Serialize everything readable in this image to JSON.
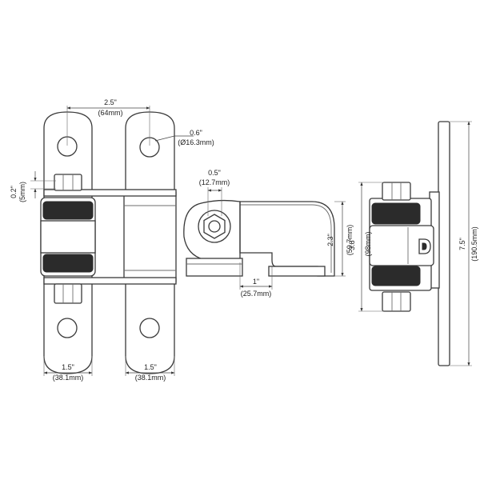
{
  "dimensions": {
    "plate_spacing": {
      "inch": "2.5\"",
      "metric": "(64mm)"
    },
    "hole_diameter": {
      "inch": "0.6\"",
      "metric": "(Ø16.3mm)"
    },
    "nut_offset": {
      "inch": "0.2\"",
      "metric": "(5mm)"
    },
    "left_plate_width": {
      "inch": "1.5\"",
      "metric": "(38.1mm)"
    },
    "right_plate_width": {
      "inch": "1.5\"",
      "metric": "(38.1mm)"
    },
    "bolt_size": {
      "inch": "0.5\"",
      "metric": "(12.7mm)"
    },
    "side_height": {
      "inch": "2.3\"",
      "metric": "(59.7mm)"
    },
    "foot_length": {
      "inch": "1\"",
      "metric": "(25.7mm)"
    },
    "body_height": {
      "inch": "3.8\"",
      "metric": "(98mm)"
    },
    "overall_length": {
      "inch": "7.5\"",
      "metric": "(190.5mm)"
    }
  },
  "colors": {
    "line": "#3a3a3a",
    "dark": "#2b2b2b",
    "background": "#ffffff"
  },
  "logo_letter": "D"
}
